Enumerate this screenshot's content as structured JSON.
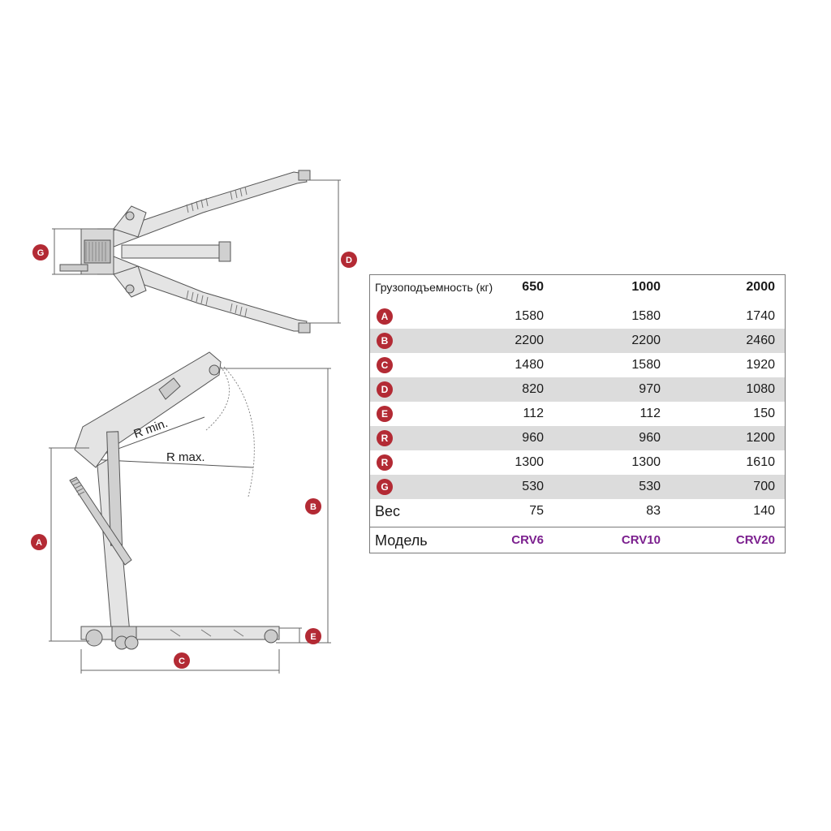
{
  "diagram": {
    "top_view_labels": [
      "G",
      "D"
    ],
    "side_view_labels": [
      "A",
      "B",
      "C",
      "E"
    ],
    "radius_labels": [
      "R min.",
      "R max."
    ]
  },
  "table": {
    "header": {
      "label": "Грузоподъемность (кг)",
      "values": [
        "650",
        "1000",
        "2000"
      ]
    },
    "rows": [
      {
        "code": "A",
        "values": [
          "1580",
          "1580",
          "1740"
        ]
      },
      {
        "code": "B",
        "values": [
          "2200",
          "2200",
          "2460"
        ]
      },
      {
        "code": "C",
        "values": [
          "1480",
          "1580",
          "1920"
        ]
      },
      {
        "code": "D",
        "values": [
          "820",
          "970",
          "1080"
        ]
      },
      {
        "code": "E",
        "values": [
          "112",
          "112",
          "150"
        ]
      },
      {
        "code": "R",
        "values": [
          "960",
          "960",
          "1200"
        ]
      },
      {
        "code": "R",
        "values": [
          "1300",
          "1300",
          "1610"
        ]
      },
      {
        "code": "G",
        "values": [
          "530",
          "530",
          "700"
        ]
      }
    ],
    "weight": {
      "label": "Вес",
      "values": [
        "75",
        "83",
        "140"
      ]
    },
    "model": {
      "label": "Модель",
      "values": [
        "CRV6",
        "CRV10",
        "CRV20"
      ]
    }
  },
  "colors": {
    "badge": "#b32a34",
    "model_text": "#7b1f8e",
    "row_shade": "#dcdcdc",
    "crane_fill": "#e4e4e4"
  }
}
